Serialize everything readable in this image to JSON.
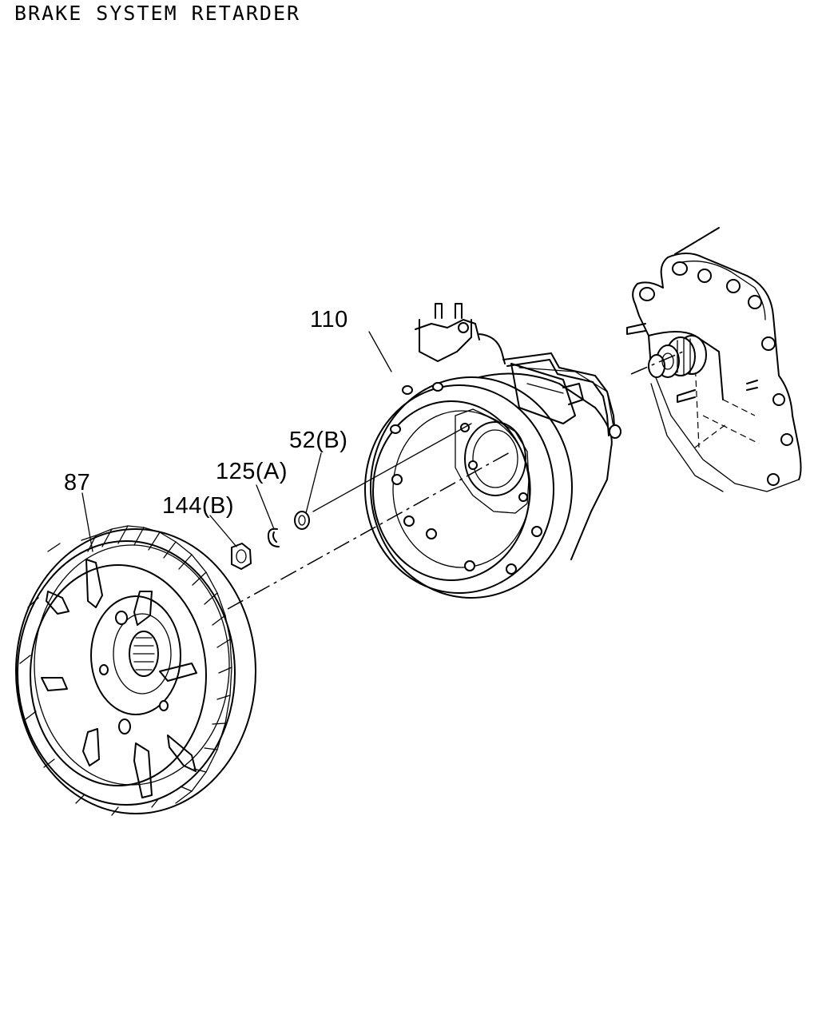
{
  "title": "BRAKE SYSTEM RETARDER",
  "callouts": {
    "part_87": "87",
    "part_110": "110",
    "part_52b": "52(B)",
    "part_125a": "125(A)",
    "part_144b": "144(B)"
  },
  "colors": {
    "line": "#000000",
    "background": "#ffffff"
  }
}
